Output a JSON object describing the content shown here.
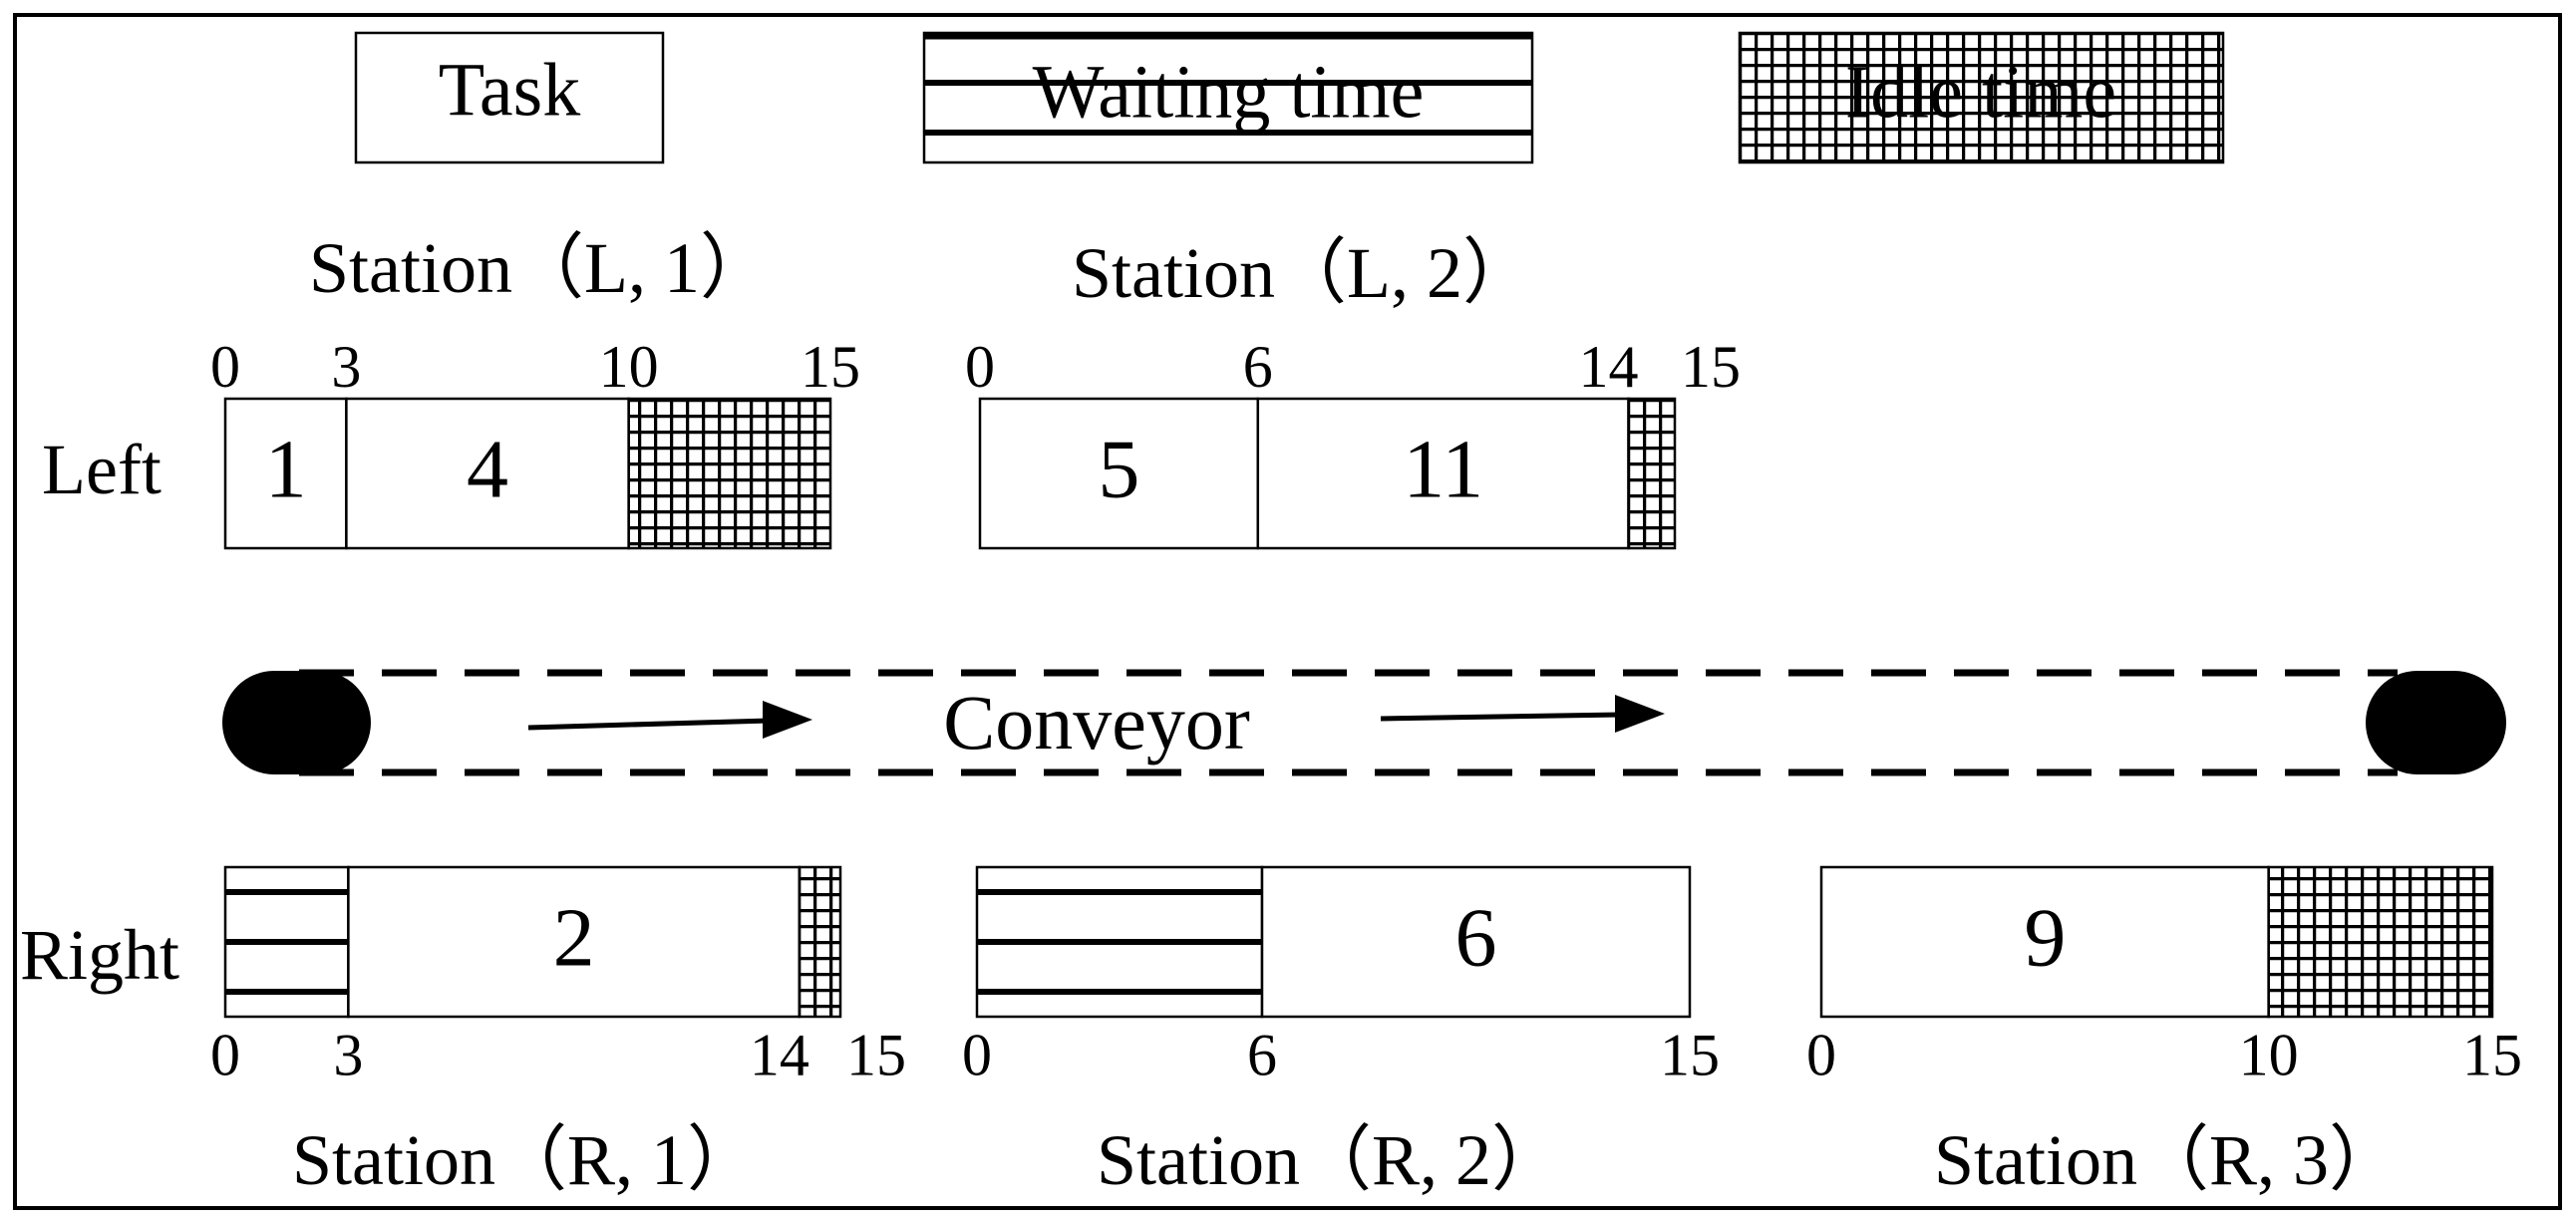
{
  "legend": {
    "task": "Task",
    "waiting": "Waiting time",
    "idle": "Idle time"
  },
  "sides": {
    "left": "Left",
    "right": "Right"
  },
  "conveyor": {
    "label": "Conveyor"
  },
  "cycle_time": 15,
  "stations": {
    "L1": {
      "title": "Station（L, 1）",
      "segments": [
        {
          "kind": "task",
          "start": 0,
          "end": 3,
          "label": "1"
        },
        {
          "kind": "task",
          "start": 3,
          "end": 10,
          "label": "4"
        },
        {
          "kind": "idle",
          "start": 10,
          "end": 15
        }
      ],
      "ticks": [
        "0",
        "3",
        "10",
        "15"
      ]
    },
    "L2": {
      "title": "Station（L, 2）",
      "segments": [
        {
          "kind": "task",
          "start": 0,
          "end": 6,
          "label": "5"
        },
        {
          "kind": "task",
          "start": 6,
          "end": 14,
          "label": "11"
        },
        {
          "kind": "idle",
          "start": 14,
          "end": 15
        }
      ],
      "ticks": [
        "0",
        "6",
        "14",
        "15"
      ]
    },
    "R1": {
      "title": "Station（R, 1）",
      "segments": [
        {
          "kind": "waiting",
          "start": 0,
          "end": 3
        },
        {
          "kind": "task",
          "start": 3,
          "end": 14,
          "label": "2"
        },
        {
          "kind": "idle",
          "start": 14,
          "end": 15
        }
      ],
      "ticks": [
        "0",
        "3",
        "14",
        "15"
      ]
    },
    "R2": {
      "title": "Station（R, 2）",
      "segments": [
        {
          "kind": "waiting",
          "start": 0,
          "end": 6
        },
        {
          "kind": "task",
          "start": 6,
          "end": 15,
          "label": "6"
        }
      ],
      "ticks": [
        "0",
        "6",
        "15"
      ]
    },
    "R3": {
      "title": "Station（R, 3）",
      "segments": [
        {
          "kind": "task",
          "start": 0,
          "end": 10,
          "label": "9"
        },
        {
          "kind": "idle",
          "start": 10,
          "end": 15
        }
      ],
      "ticks": [
        "0",
        "10",
        "15"
      ]
    }
  }
}
